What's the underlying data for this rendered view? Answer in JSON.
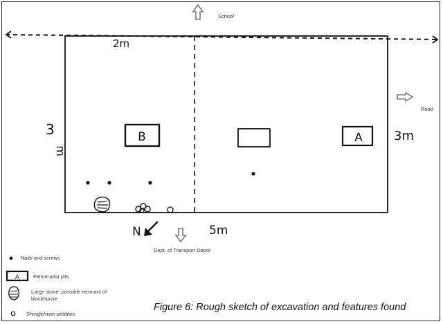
{
  "labels": {
    "school": "School",
    "road": "Road",
    "depot": "Dept. of Transport Depot",
    "dim_top": "2m",
    "dim_left_num": "3",
    "dim_left_unit": "m",
    "dim_right": "3m",
    "dim_bottom": "5m",
    "north": "N",
    "pit_a": "A",
    "pit_b": "B"
  },
  "legend": {
    "nails": "Nails and screws",
    "fence_pits": "Fence-post pits",
    "large_stone_1": "Large stone: possible remnant of",
    "large_stone_2": "blockhouse",
    "shingle": "Shingle/river pebbles"
  },
  "caption": "Figure 6:  Rough sketch of excavation and features found"
}
